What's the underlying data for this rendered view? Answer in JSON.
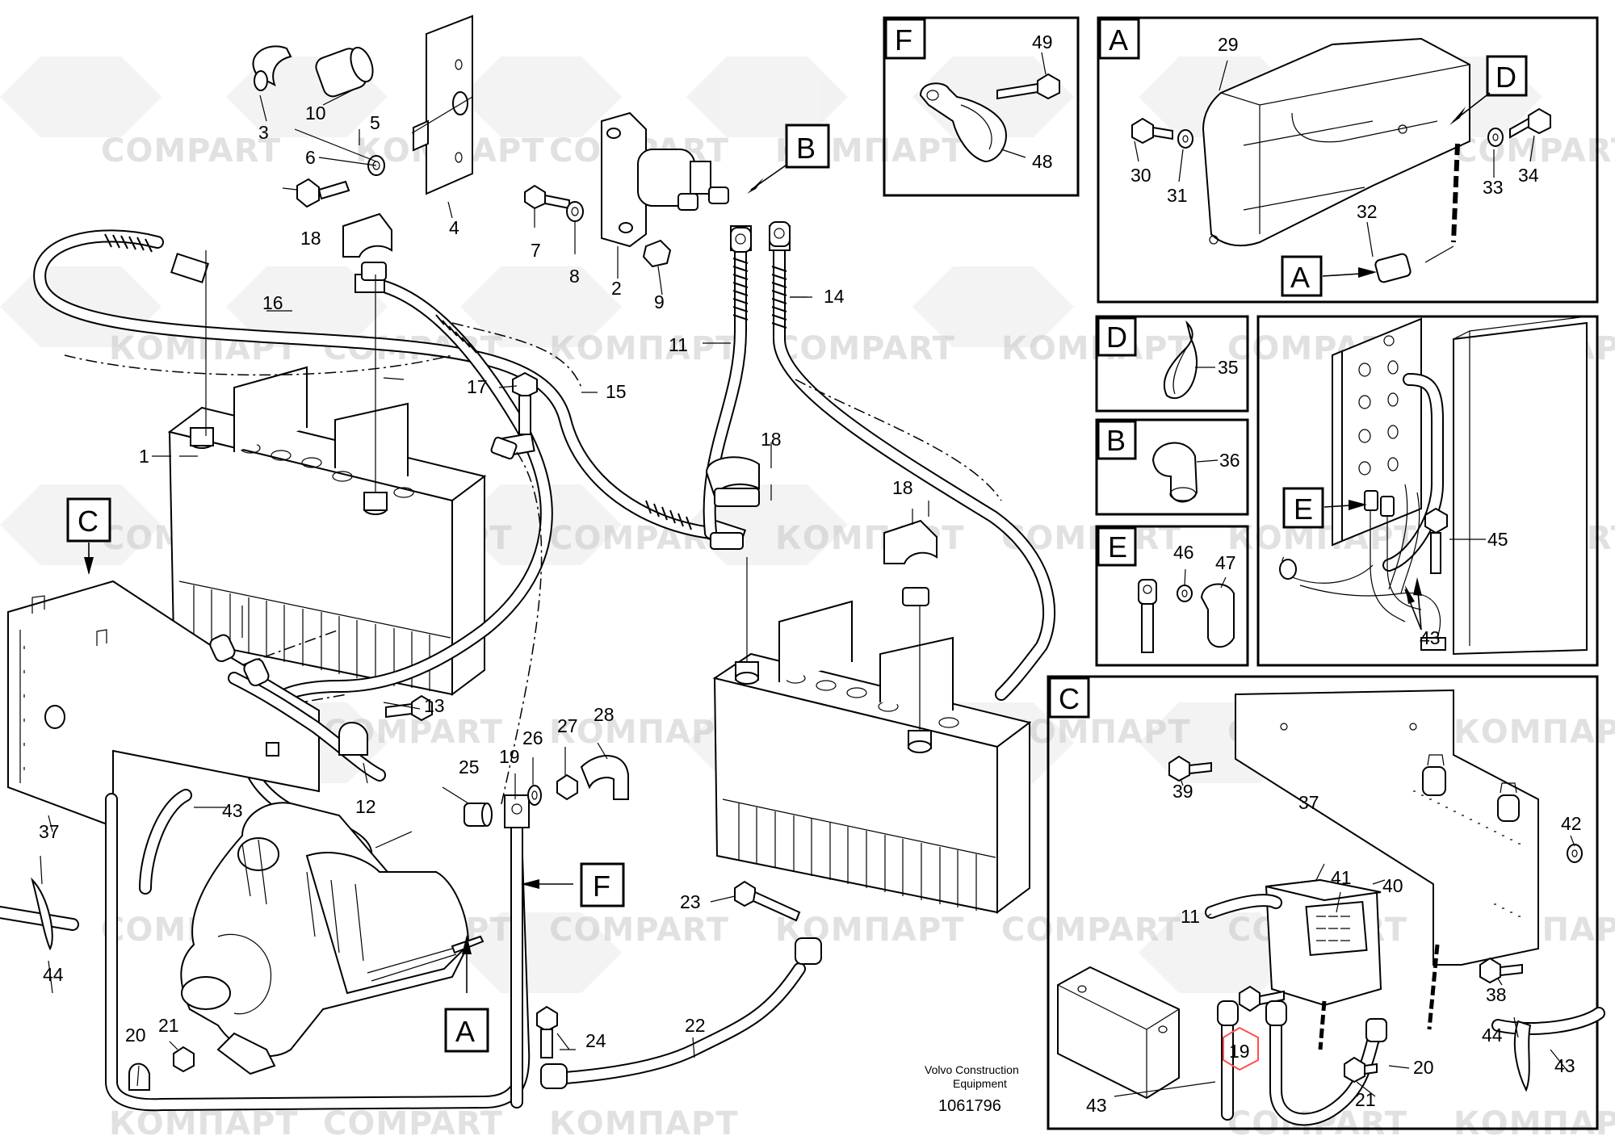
{
  "watermark": {
    "latin": "COMPART",
    "cyrillic": "КОМПАРТ"
  },
  "caption": {
    "line1": "Volvo Construction",
    "line2": "Equipment",
    "drawing_number": "1061796"
  },
  "detail_tags": {
    "F_box": "F",
    "A_box": "A",
    "D_box": "D",
    "B_box": "B",
    "E_box": "E",
    "C_box": "C",
    "D_callout": "D",
    "A_callout": "A",
    "E_callout": "E",
    "B_main": "B",
    "C_main": "C",
    "F_main": "F",
    "A_main": "A"
  },
  "part_numbers": {
    "p1": "1",
    "p2": "2",
    "p3": "3",
    "p4": "4",
    "p5": "5",
    "p6": "6",
    "p7": "7",
    "p8": "8",
    "p9": "9",
    "p10": "10",
    "p11": "11",
    "p12": "12",
    "p13": "13",
    "p14": "14",
    "p15": "15",
    "p16": "16",
    "p17": "17",
    "p18a": "18",
    "p18b": "18",
    "p18c": "18",
    "p19": "19",
    "p20": "20",
    "p21": "21",
    "p22": "22",
    "p23": "23",
    "p24": "24",
    "p25": "25",
    "p26": "26",
    "p27": "27",
    "p28": "28",
    "p37": "37",
    "p43": "43",
    "p44": "44",
    "a29": "29",
    "a30": "30",
    "a31": "31",
    "a32": "32",
    "a33": "33",
    "a34": "34",
    "f49": "49",
    "f48": "48",
    "d35": "35",
    "b36": "36",
    "e46": "46",
    "e47": "47",
    "r45": "45",
    "r43": "43",
    "c39": "39",
    "c37": "37",
    "c42": "42",
    "c41": "41",
    "c40": "40",
    "c11": "11",
    "c38": "38",
    "c44": "44",
    "c43a": "43",
    "c19": "19",
    "c20": "20",
    "c21": "21",
    "c43b": "43"
  }
}
